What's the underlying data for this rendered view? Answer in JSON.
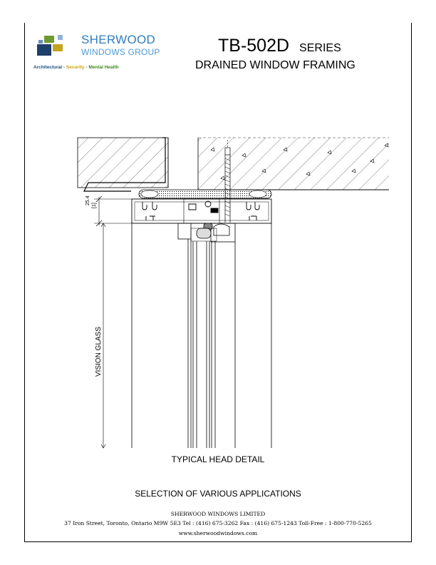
{
  "header": {
    "brand_name": "SHERWOOD",
    "brand_sub": "WINDOWS GROUP",
    "tagline": {
      "architectural": "Architectural",
      "security": "Security",
      "mental_health": "Mental Health",
      "separator": " - "
    },
    "series_code": "TB-502D",
    "series_word": "SERIES",
    "subtitle": "DRAINED WINDOW FRAMING"
  },
  "logo_colors": {
    "navy": "#1f3f6b",
    "green": "#6e9a34",
    "gold": "#c4a41f",
    "light_blue": "#8fb4d8",
    "grey_blue": "#6d8fb6"
  },
  "drawing": {
    "dimension_value": "25.4",
    "dimension_alt": "[1]",
    "vision_label": "VISION GLASS",
    "detail_caption": "TYPICAL HEAD DETAIL"
  },
  "applications_caption": "SELECTION OF VARIOUS APPLICATIONS",
  "footer": {
    "company": "SHERWOOD WINDOWS LIMITED",
    "contact_line": "37 Iron Street,   Toronto,   Ontario   M9W 5E3     Tel :  (416) 675-3262    Fax :  (416) 675-1243    Toll-Free :  1-800-770-5265",
    "website": "www.sherwoodwindows.com"
  }
}
